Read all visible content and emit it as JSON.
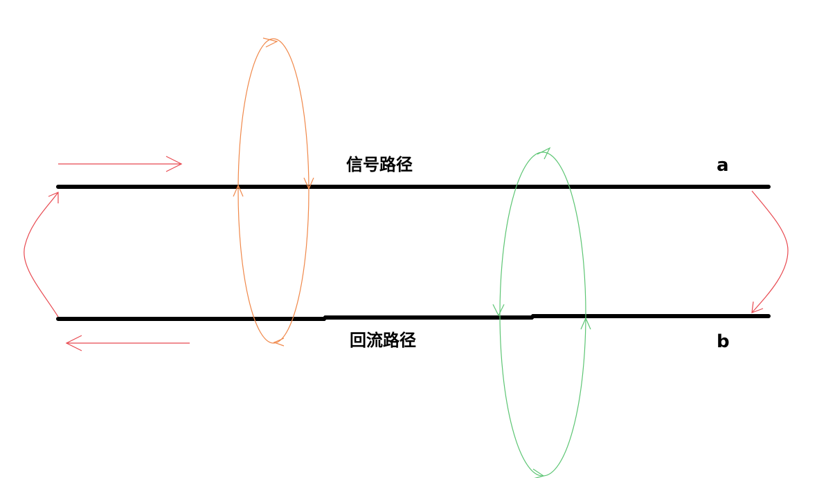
{
  "labels": {
    "signal_path": "信号路径",
    "return_path": "回流路径",
    "node_a": "a",
    "node_b": "b"
  },
  "colors": {
    "conductor": "#000000",
    "current_arrow": "#e8484f",
    "signal_field_loop": "#f0884a",
    "return_field_loop": "#5cc573",
    "background": "#ffffff"
  }
}
